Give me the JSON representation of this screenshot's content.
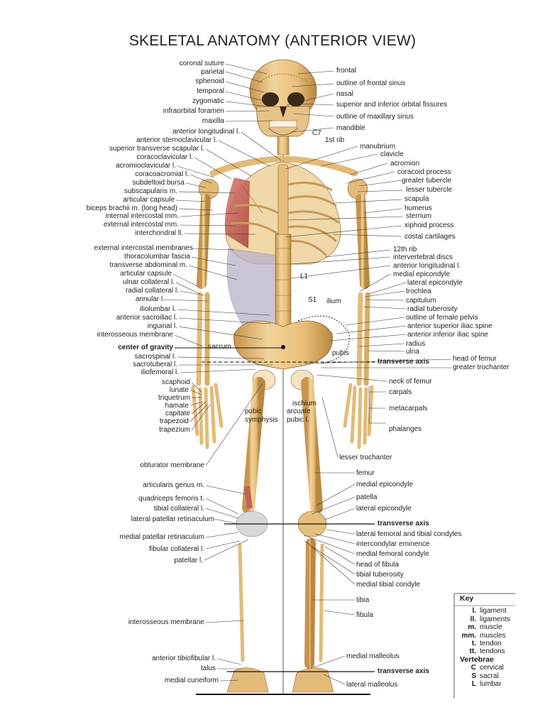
{
  "title": "SKELETAL ANATOMY (ANTERIOR VIEW)",
  "colors": {
    "bone": "#e6bf7e",
    "bone_light": "#f6dfb2",
    "bone_shadow": "#b98a44",
    "muscle": "#c0625a",
    "line": "#2a2a2a"
  },
  "labels_left": [
    "coronal suture",
    "parietal",
    "sphenoid",
    "temporal",
    "zygomatic",
    "infraorbital foramen",
    "maxilla",
    "anterior longitudinal l.",
    "anterior sternoclavicular l.",
    "superior transverse scapular l.",
    "coracoclavicular l.",
    "acromioclavicular l.",
    "coracoacromial l.",
    "subdeltoid bursa",
    "subscapularis m.",
    "articular capsule",
    "biceps brachii m. (long head)",
    "internal intercostal mm.",
    "external intercostal mm.",
    "interchondral ll.",
    "external intercostal membranes",
    "thoracolumbar fascia",
    "transverse abdominal m.",
    "articular capsule",
    "ulnar collateral l.",
    "radial collateral l.",
    "annular l.",
    "iliolumbar l.",
    "anterior sacroiliac l.",
    "inguinal l.",
    "interosseous membrane",
    "center of gravity",
    "sacrospinal l.",
    "sacrotuberal l.",
    "iliofemoral l.",
    "scaphoid",
    "lunate",
    "triquetrum",
    "hamate",
    "capitate",
    "trapezoid",
    "trapezium",
    "obturator membrane",
    "articularis genus m.",
    "quadriceps femoris t.",
    "tibial collateral l.",
    "lateral patellar retinaculum",
    "medial patellar retinaculum",
    "fibular collateral l.",
    "patellar l.",
    "interosseous membrane",
    "anterior tibiofibular l.",
    "talus",
    "medial cuneiform"
  ],
  "labels_right": [
    "frontal",
    "outline of frontal sinus",
    "nasal",
    "superior and inferior orbital fissures",
    "outline of maxillary sinus",
    "mandible",
    "manubrium",
    "clavicle",
    "acromion",
    "coracoid process",
    "greater tubercle",
    "lesser tubercle",
    "scapula",
    "humerus",
    "sternum",
    "xiphoid process",
    "costal cartilages",
    "12th rib",
    "intervertebral discs",
    "anterior longitudinal l.",
    "medial epicondyle",
    "lateral epicondyle",
    "trochlea",
    "capitulum",
    "radial tuberosity",
    "outline of female pelvis",
    "anterior superior iliac spine",
    "anterior inferior iliac spine",
    "radius",
    "ulna",
    "head of femur",
    "greater trochanter",
    "neck of femur",
    "carpals",
    "metacarpals",
    "phalanges",
    "lesser trochanter",
    "femur",
    "medial epicondyle",
    "patella",
    "lateral epicondyle",
    "lateral femoral and tibial condyles",
    "intercondylar eminence",
    "medial femoral condyle",
    "head of fibula",
    "tibial tuberosity",
    "medial tibial condyle",
    "tibia",
    "fibula",
    "medial malleolus",
    "lateral malleolus"
  ],
  "labels_center": [
    "C7",
    "1st rib",
    "L1",
    "S1",
    "ilium",
    "sacrum",
    "pubis",
    "pubic symphysis",
    "ischium",
    "arcuate pubic l."
  ],
  "axis_labels": [
    "transverse axis",
    "transverse axis",
    "transverse axis"
  ],
  "key": {
    "heading": "Key",
    "rows": [
      {
        "abbr": "l.",
        "text": "ligament"
      },
      {
        "abbr": "ll.",
        "text": "ligaments"
      },
      {
        "abbr": "m.",
        "text": "muscle"
      },
      {
        "abbr": "mm.",
        "text": "muscles"
      },
      {
        "abbr": "t.",
        "text": "tendon"
      },
      {
        "abbr": "tt.",
        "text": "tendons"
      }
    ],
    "vert_heading": "Vertebrae",
    "vert_rows": [
      {
        "abbr": "C",
        "text": "cervical"
      },
      {
        "abbr": "S",
        "text": "sacral"
      },
      {
        "abbr": "L",
        "text": "lumbar"
      }
    ]
  }
}
